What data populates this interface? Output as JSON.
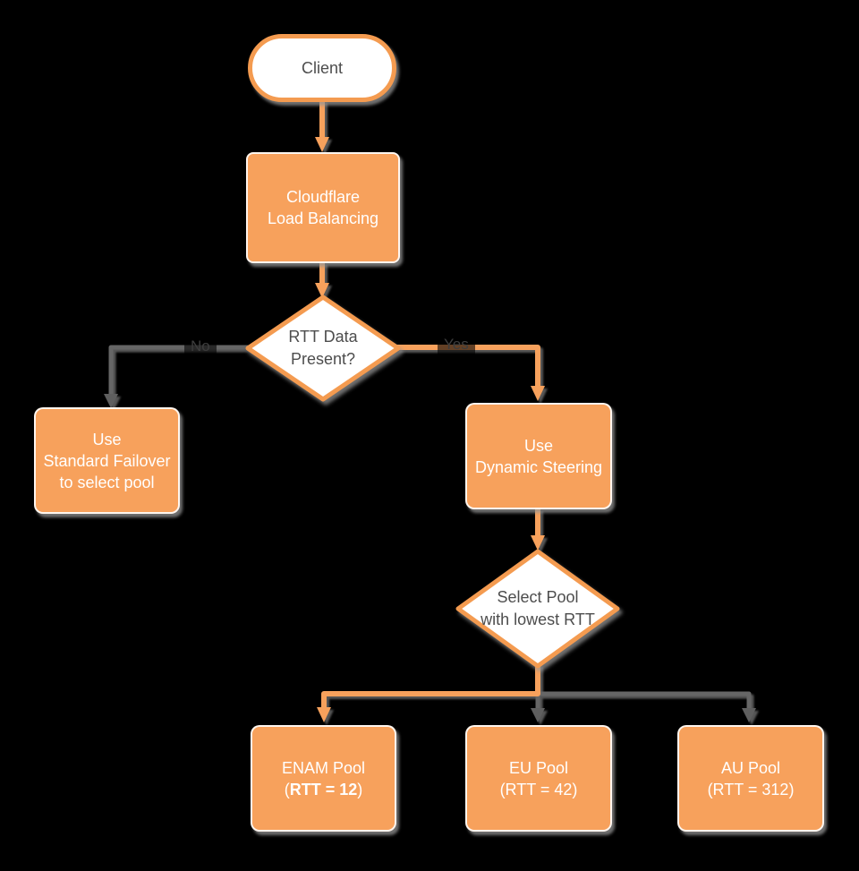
{
  "diagram": {
    "title_implicit": "Cloudflare Load Balancing flowchart",
    "colors": {
      "background": "#000000",
      "node_orange": "#F7A15C",
      "orange_border": "#F49B50",
      "connector_gray": "#666666",
      "arrow_gray": "#5F5F5F",
      "shadow_gray": "#969696",
      "text_dark": "#4D4D4D",
      "text_light": "#FFFFFF"
    },
    "nodes": {
      "client": {
        "label": "Client"
      },
      "cloudflare": {
        "line1": "Cloudflare",
        "line2": "Load Balancing"
      },
      "rtt_decision": {
        "line1": "RTT Data",
        "line2": "Present?"
      },
      "standard_failover": {
        "line1": "Use",
        "line2": "Standard Failover",
        "line3": "to select pool"
      },
      "dynamic_steering": {
        "line1": "Use",
        "line2": "Dynamic Steering"
      },
      "select_pool": {
        "line1": "Select Pool",
        "line2": "with lowest RTT"
      },
      "enam_pool": {
        "line1": "ENAM Pool",
        "line2_prefix": "(",
        "line2_bold": "RTT = 12",
        "line2_suffix": ")"
      },
      "eu_pool": {
        "line1": "EU Pool",
        "line2": "(RTT = 42)"
      },
      "au_pool": {
        "line1": "AU Pool",
        "line2": "(RTT = 312)"
      }
    },
    "edge_labels": {
      "no": "No",
      "yes": "Yes"
    }
  }
}
